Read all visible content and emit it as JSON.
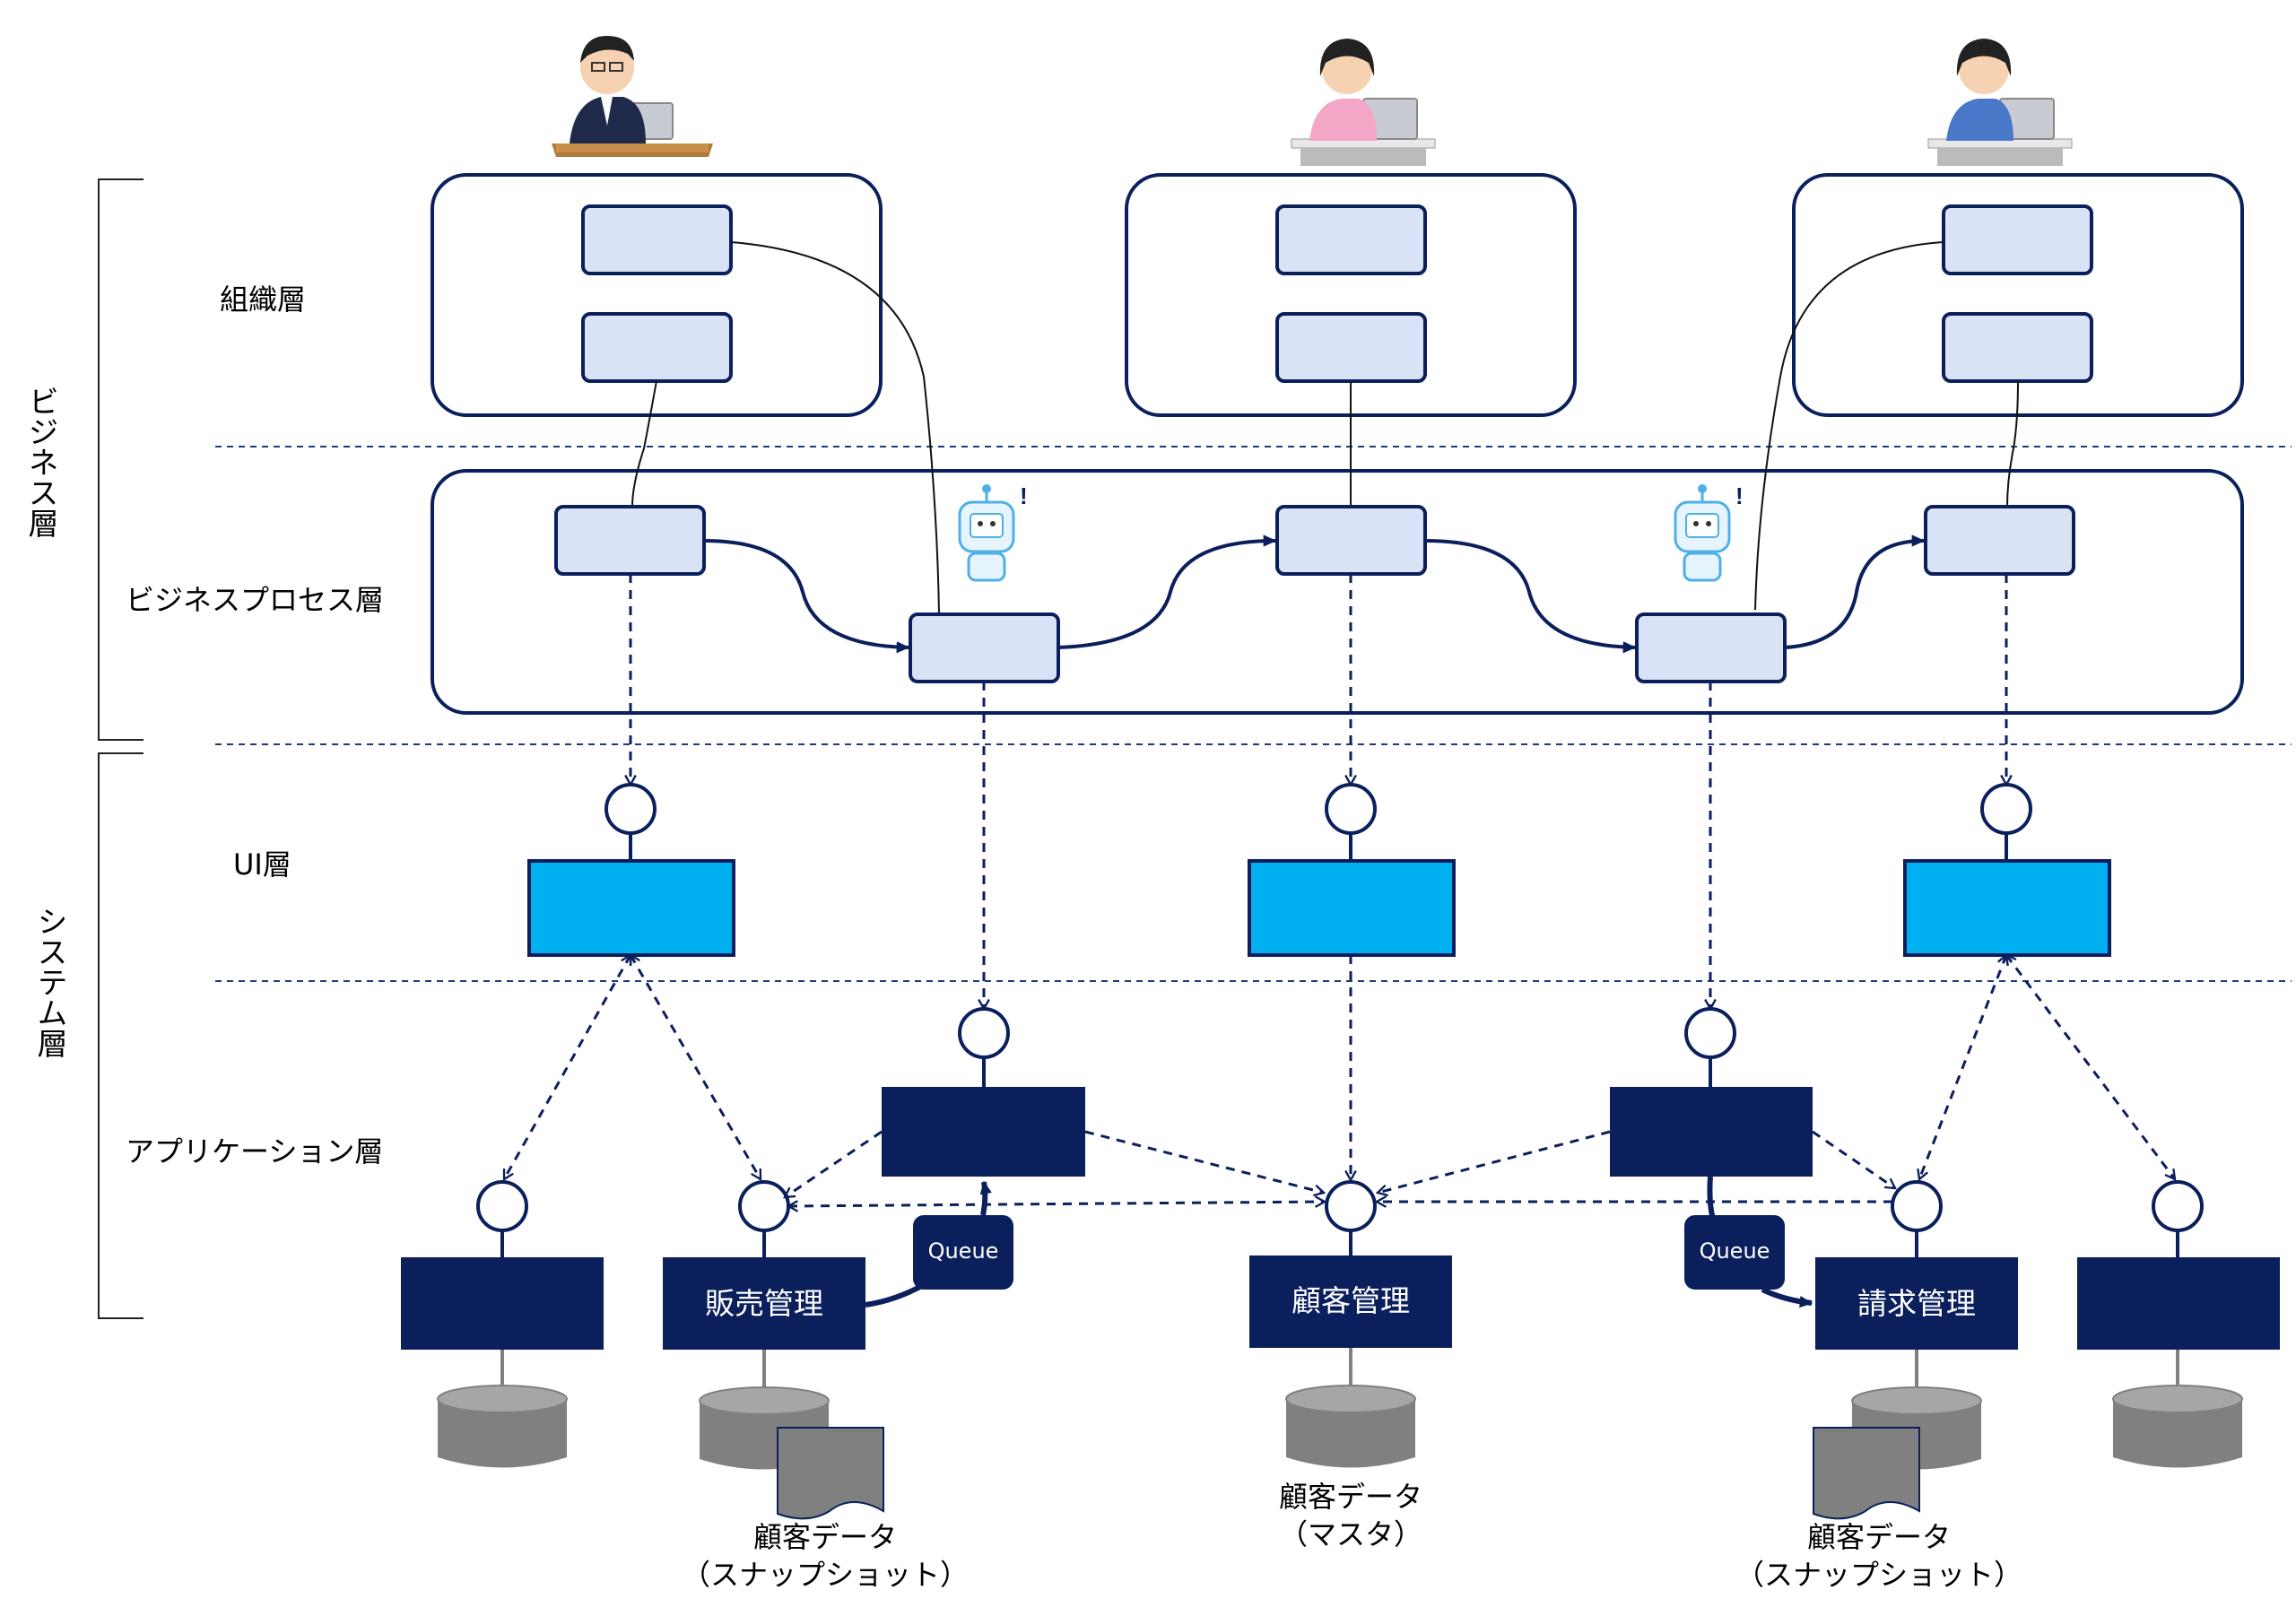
{
  "layers": {
    "business": "ビジネス層",
    "system": "システム層",
    "organization": "組織層",
    "business_process": "ビジネスプロセス層",
    "ui": "UI層",
    "application": "アプリケーション層"
  },
  "applications": {
    "sales": "販売管理",
    "customer": "顧客管理",
    "billing": "請求管理"
  },
  "queues": [
    "Queue",
    "Queue"
  ],
  "data_labels": {
    "snapshot_left": [
      "顧客データ",
      "（スナップショット）"
    ],
    "master": [
      "顧客データ",
      "（マスタ）"
    ],
    "snapshot_right": [
      "顧客データ",
      "（スナップショット）"
    ]
  },
  "colors": {
    "navy": "#0b1f5c",
    "light_box": "#d9e3f5",
    "ui_cyan": "#00b0f0",
    "db_gray": "#808080"
  }
}
